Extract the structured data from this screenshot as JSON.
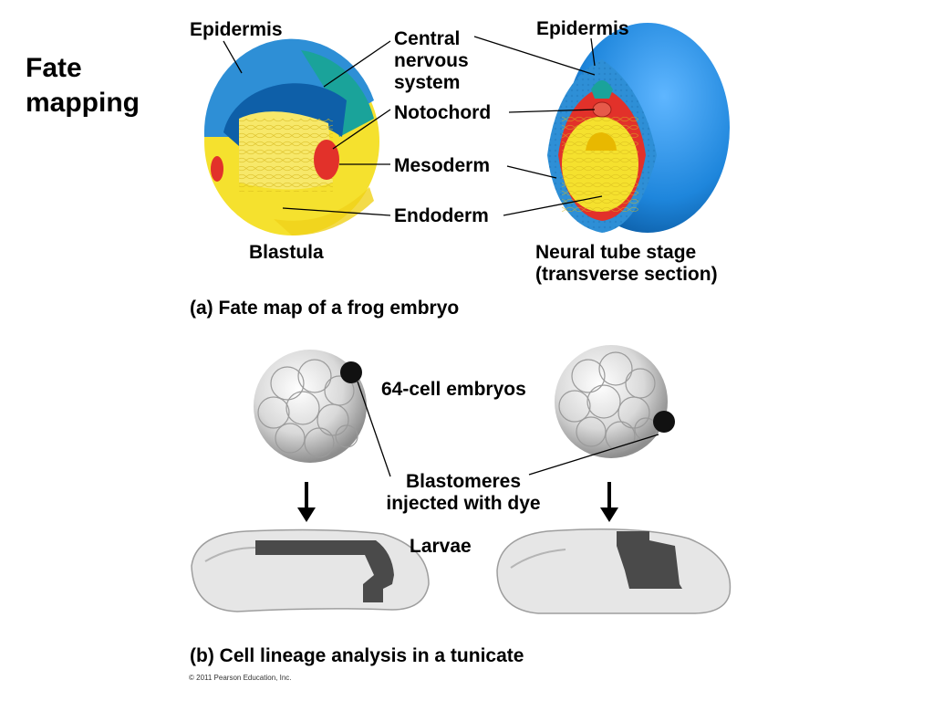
{
  "slide": {
    "title_line1": "Fate",
    "title_line2": "mapping"
  },
  "panel_a": {
    "labels": {
      "epidermis_left": "Epidermis",
      "epidermis_right": "Epidermis",
      "cns_line1": "Central",
      "cns_line2": "nervous",
      "cns_line3": "system",
      "notochord": "Notochord",
      "mesoderm": "Mesoderm",
      "endoderm": "Endoderm",
      "blastula": "Blastula",
      "neural_tube_line1": "Neural tube stage",
      "neural_tube_line2": "(transverse section)"
    },
    "caption": "(a) Fate map of a frog embryo",
    "colors": {
      "epidermis": "#2e8fd6",
      "cns": "#1aa39a",
      "mesoderm": "#e2312a",
      "endoderm": "#f5e12e",
      "notochord": "#e65a4a"
    }
  },
  "panel_b": {
    "labels": {
      "embryos": "64-cell embryos",
      "blastomeres_line1": "Blastomeres",
      "blastomeres_line2": "injected with dye",
      "larvae": "Larvae"
    },
    "caption": "(b) Cell lineage analysis in a tunicate"
  },
  "copyright": "© 2011 Pearson Education, Inc."
}
